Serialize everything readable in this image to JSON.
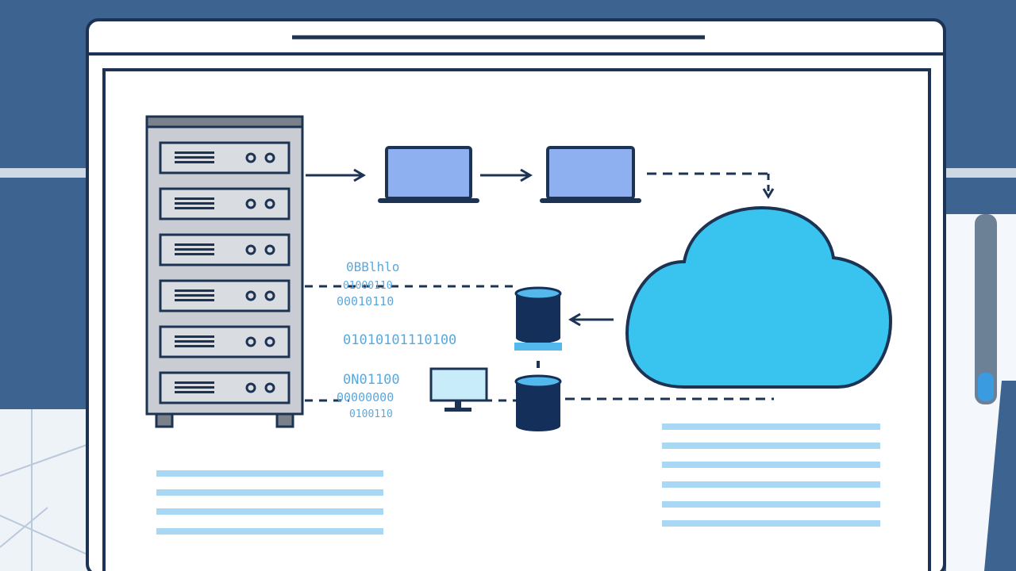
{
  "scene": {
    "description_free": true,
    "colors": {
      "background": "#3d6391",
      "frame": "#ffffff",
      "outline": "#1d3354",
      "server_body": "#c9ccd3",
      "server_dark": "#7b818b",
      "laptop_screen": "#8fb0f0",
      "cloud": "#39c3ef",
      "database_dark": "#14305a",
      "database_light": "#53b9ec",
      "text_lines": "#a8d8f4"
    },
    "icons": [
      "server-rack-icon",
      "laptop-icon",
      "cloud-icon",
      "database-icon",
      "monitor-icon"
    ]
  },
  "binary_labels": {
    "group_a": [
      "0BBlhlo",
      "01000110",
      "00010110"
    ],
    "row": "01010101110100",
    "group_b": [
      "0N01100",
      "00000000",
      "0100110"
    ]
  }
}
